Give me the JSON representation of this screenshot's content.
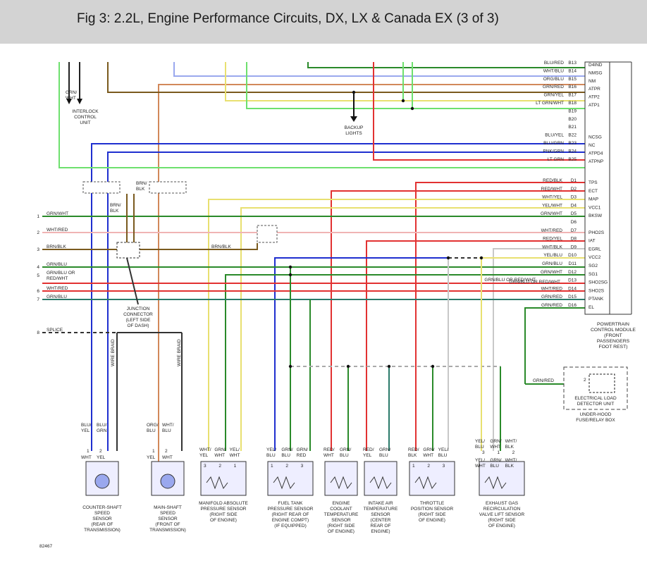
{
  "page": {
    "title": "Fig 3: 2.2L, Engine Performance Circuits, DX, LX & Canada EX (3 of 3)",
    "figure_number": "82467"
  },
  "colors": {
    "header_bg": "#d3d3d3",
    "blu": "#1f2fcf",
    "grn": "#2a8a2a",
    "yel": "#e8e070",
    "red": "#e23232",
    "brn": "#7a5a1e",
    "org": "#d2885a",
    "wht": "#c8c8c8",
    "ltgrn": "#6ee06e",
    "pnk": "#f0b4b4",
    "blu_light": "#9aa8ee"
  },
  "pcm": {
    "title_lines": [
      "POWERTRAIN",
      "CONTROL MODULE",
      "(FRONT",
      "PASSENGERS",
      "FOOT REST)"
    ],
    "pins_b": [
      {
        "wire": "BLU/RED",
        "pin": "B13",
        "name": "D4IND"
      },
      {
        "wire": "WHT/BLU",
        "pin": "B14",
        "name": "NMSG"
      },
      {
        "wire": "ORG/BLU",
        "pin": "B15",
        "name": "NM"
      },
      {
        "wire": "GRN/RED",
        "pin": "B16",
        "name": "ATPR"
      },
      {
        "wire": "GRN/YEL",
        "pin": "B17",
        "name": "ATP2"
      },
      {
        "wire": "LT GRN/WHT",
        "pin": "B18",
        "name": "ATP1"
      },
      {
        "wire": "",
        "pin": "B19",
        "name": ""
      },
      {
        "wire": "",
        "pin": "B20",
        "name": ""
      },
      {
        "wire": "",
        "pin": "B21",
        "name": ""
      },
      {
        "wire": "BLU/YEL",
        "pin": "B22",
        "name": "NCSG"
      },
      {
        "wire": "BLU/GRN",
        "pin": "B23",
        "name": "NC"
      },
      {
        "wire": "PNK/GRN",
        "pin": "B24",
        "name": "ATPD4"
      },
      {
        "wire": "LT GRN",
        "pin": "B25",
        "name": "ATPNP"
      }
    ],
    "pins_d": [
      {
        "wire": "RED/BLK",
        "pin": "D1",
        "name": "TPS"
      },
      {
        "wire": "RED/WHT",
        "pin": "D2",
        "name": "ECT"
      },
      {
        "wire": "WHT/YEL",
        "pin": "D3",
        "name": "MAP"
      },
      {
        "wire": "YEL/WHT",
        "pin": "D4",
        "name": "VCC1"
      },
      {
        "wire": "GRN/WHT",
        "pin": "D5",
        "name": "BKSW"
      },
      {
        "wire": "",
        "pin": "D6",
        "name": ""
      },
      {
        "wire": "WHT/RED",
        "pin": "D7",
        "name": "PHO2S"
      },
      {
        "wire": "RED/YEL",
        "pin": "D8",
        "name": "IAT"
      },
      {
        "wire": "WHT/BLK",
        "pin": "D9",
        "name": "EGRL"
      },
      {
        "wire": "YEL/BLU",
        "pin": "D10",
        "name": "VCC2"
      },
      {
        "wire": "GRN/BLU",
        "pin": "D11",
        "name": "SG2"
      },
      {
        "wire": "GRN/WHT",
        "pin": "D12",
        "name": "SG1"
      },
      {
        "wire": "GRN/BLU OR RED/WHT",
        "pin": "D13",
        "name": "SHO2SG"
      },
      {
        "wire": "WHT/RED",
        "pin": "D14",
        "name": "SHO2S"
      },
      {
        "wire": "GRN/RED",
        "pin": "D15",
        "name": "PTANK"
      },
      {
        "wire": "GRN/RED",
        "pin": "D16",
        "name": "EL"
      }
    ]
  },
  "left_lines": [
    {
      "num": "1",
      "label": "GRN/WHT"
    },
    {
      "num": "2",
      "label": "WHT/RED"
    },
    {
      "num": "3",
      "label": "BRN/BLK"
    },
    {
      "num": "4",
      "label": "GRN/BLU"
    },
    {
      "num": "5",
      "label": "GRN/BLU OR"
    },
    {
      "num": "",
      "label": "RED/WHT"
    },
    {
      "num": "6",
      "label": "WHT/RED"
    },
    {
      "num": "7",
      "label": "GRN/BLU"
    },
    {
      "num": "8",
      "label": "SPLICE"
    }
  ],
  "labels": {
    "interlock": [
      "INTERLOCK",
      "CONTROL",
      "UNIT"
    ],
    "interlock_wire": [
      "GRN/",
      "WHT"
    ],
    "backup": [
      "BACKUP",
      "LIGHTS"
    ],
    "brn_blk_a": [
      "BRN/",
      "BLK"
    ],
    "brn_blk_b": [
      "BRN/",
      "BLK"
    ],
    "brn_blk_mid": "BRN/BLK",
    "junction": [
      "JUNCTION",
      "CONNECTOR",
      "(LEFT SIDE",
      "OF DASH)"
    ],
    "wire_braid": "WIRE BRAID",
    "grn_blu_red_wht": "GRN/BLU OR RED/WHT",
    "grn_red_eld": "GRN/RED",
    "eld": [
      "ELECTRICAL LOAD",
      "DETECTOR UNIT"
    ],
    "fuse_box": [
      "UNDER-HOOD",
      "FUSE/RELAY BOX"
    ],
    "eld_pin": "2"
  },
  "sensors": [
    {
      "name": [
        "COUNTER-SHAFT",
        "SPEED",
        "SENSOR",
        "(REAR OF",
        "TRANSMISSION)"
      ],
      "wires_top": [
        "BLU/",
        "YEL",
        "BLU/",
        "GRN"
      ],
      "pins": [
        "1",
        "2"
      ],
      "wires_bottom": [
        "WHT",
        "YEL"
      ]
    },
    {
      "name": [
        "MAIN-SHAFT",
        "SPEED",
        "SENSOR",
        "(FRONT OF",
        "TRANSMISSION)"
      ],
      "wires_top": [
        "ORG/",
        "BLU",
        "WHT/",
        "BLU"
      ],
      "pins": [
        "1",
        "2"
      ],
      "wires_bottom": [
        "YEL",
        "WHT"
      ]
    },
    {
      "name": [
        "MANIFOLD ABSOLUTE",
        "PRESSURE SENSOR",
        "(RIGHT SIDE",
        "OF ENGINE)"
      ],
      "wires": [
        "WHT/",
        "YEL",
        "GRN/",
        "WHT",
        "YEL/",
        "WHT"
      ],
      "pins": [
        "3",
        "2",
        "1"
      ]
    },
    {
      "name": [
        "FUEL TANK",
        "PRESSURE SENSOR",
        "(RIGHT REAR OF",
        "ENGINE COMPT)",
        "(IF EQUIPPED)"
      ],
      "wires": [
        "YEL/",
        "BLU",
        "GRN/",
        "BLU",
        "GRN/",
        "RED"
      ],
      "pins": [
        "1",
        "2",
        "3"
      ]
    },
    {
      "name": [
        "ENGINE",
        "COOLANT",
        "TEMPERATURE",
        "SENSOR",
        "(RIGHT SIDE",
        "OF ENGINE)"
      ],
      "wires": [
        "RED/",
        "WHT",
        "GRN/",
        "BLU"
      ]
    },
    {
      "name": [
        "INTAKE AIR",
        "TEMPERATURE",
        "SENSOR",
        "(CENTER",
        "REAR OF",
        "ENGINE)"
      ],
      "wires": [
        "RED/",
        "YEL",
        "GRN/",
        "BLU"
      ]
    },
    {
      "name": [
        "THROTTLE",
        "POSITION SENSOR",
        "(RIGHT SIDE",
        "OF ENGINE)"
      ],
      "wires": [
        "RED/",
        "BLK",
        "GRN/",
        "WHT",
        "YEL/",
        "BLU"
      ],
      "pins": [
        "1",
        "2",
        "3"
      ]
    },
    {
      "name": [
        "EXHAUST GAS",
        "RECIRCULATION",
        "VALVE LIFT SENSOR",
        "(RIGHT SIDE",
        "OF ENGINE)"
      ],
      "wires_top": [
        "YEL/",
        "BLU",
        "GRN/",
        "WHT",
        "WHT/",
        "BLK"
      ],
      "pins": [
        "3",
        "1",
        "2"
      ],
      "wires_bottom": [
        "YEL/",
        "WHT",
        "GRN/",
        "BLU",
        "WHT/",
        "BLK"
      ]
    }
  ]
}
